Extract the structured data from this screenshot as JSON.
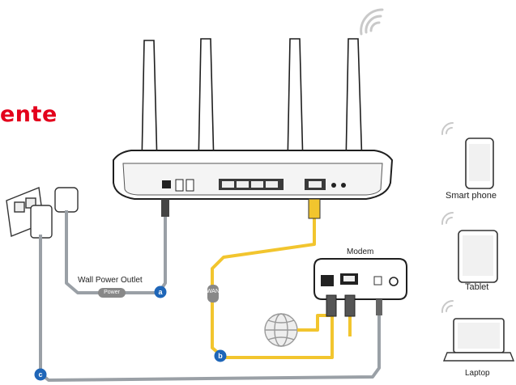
{
  "heading": "ente",
  "labels": {
    "wall_outlet": "Wall Power Outlet",
    "power": "Power",
    "wan": "WAN",
    "modem": "Modem",
    "smart_phone": "Smart phone",
    "tablet": "Tablet",
    "laptop": "Laptop"
  },
  "markers": {
    "a": "a",
    "b": "b",
    "c": "c"
  },
  "colors": {
    "heading": "#e3001b",
    "ethernet": "#f2c52e",
    "power_cable": "#9aa0a6",
    "marker": "#1f66b8"
  },
  "icons": [
    "router-icon",
    "modem-icon",
    "power-adapter-icon",
    "wall-outlet-icon",
    "globe-icon",
    "wifi-signal-icon",
    "smartphone-icon",
    "tablet-icon",
    "laptop-icon"
  ]
}
